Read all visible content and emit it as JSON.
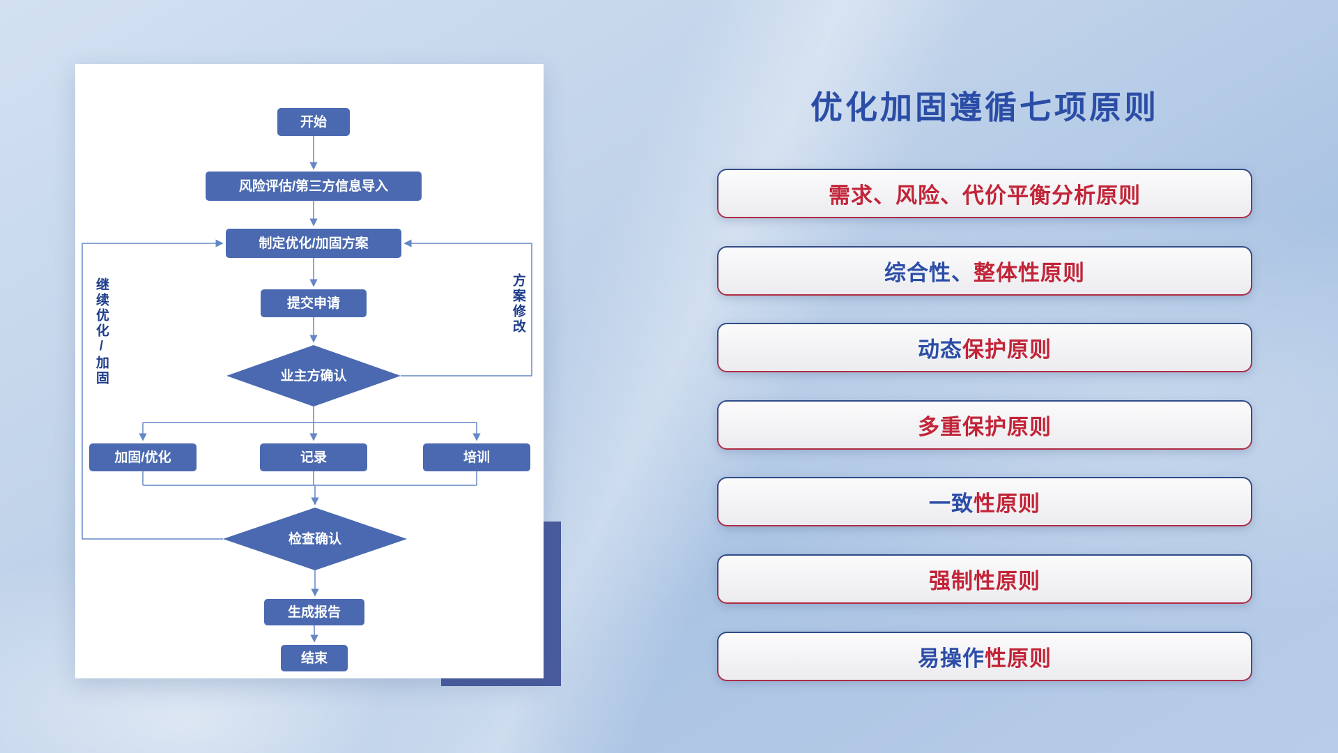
{
  "title": "优化加固遵循七项原则",
  "colors": {
    "red": "#c22438",
    "blue": "#2b4da6",
    "node": "#4a69b0",
    "line": "#6487c5",
    "accent": "#4a5c9e"
  },
  "flowchart": {
    "start": "开始",
    "risk_import": "风险评估/第三方信息导入",
    "plan": "制定优化/加固方案",
    "submit": "提交申请",
    "owner_confirm": "业主方确认",
    "reinforce": "加固/优化",
    "record": "记录",
    "training": "培训",
    "check_confirm": "检查确认",
    "report": "生成报告",
    "end": "结束",
    "left_loop_label": "继续优化/加固",
    "right_loop_label": "方案修改"
  },
  "principles": [
    {
      "segments": [
        {
          "text": "需求、风险、代价平衡分析原则",
          "color": "red"
        }
      ]
    },
    {
      "segments": [
        {
          "text": "综合性、",
          "color": "blue"
        },
        {
          "text": "整体性原则",
          "color": "red"
        }
      ]
    },
    {
      "segments": [
        {
          "text": "动态",
          "color": "blue"
        },
        {
          "text": "保护原则",
          "color": "red"
        }
      ]
    },
    {
      "segments": [
        {
          "text": "多重保护原则",
          "color": "red"
        }
      ]
    },
    {
      "segments": [
        {
          "text": "一致",
          "color": "blue"
        },
        {
          "text": "性原则",
          "color": "red"
        }
      ]
    },
    {
      "segments": [
        {
          "text": "强制性原则",
          "color": "red"
        }
      ]
    },
    {
      "segments": [
        {
          "text": "易操作",
          "color": "blue"
        },
        {
          "text": "性原则",
          "color": "red"
        }
      ]
    }
  ]
}
